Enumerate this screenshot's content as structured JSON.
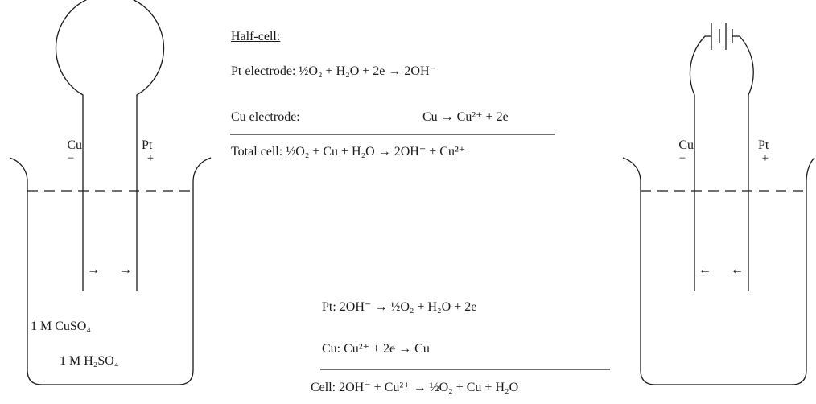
{
  "left_cell": {
    "cu_label": "Cu",
    "cu_sign": "−",
    "pt_label": "Pt",
    "pt_sign": "+",
    "arrows": "→ →",
    "solution_1": "1 M CuSO₄",
    "solution_2": "1 M H₂SO₄"
  },
  "right_cell": {
    "cu_label": "Cu",
    "cu_sign": "−",
    "pt_label": "Pt",
    "pt_sign": "+",
    "arrows": "← ←"
  },
  "top_reactions": {
    "heading": "Half-cell:",
    "pt_electrode": "Pt electrode:  ½O₂ + H₂O + 2e → 2OH⁻",
    "cu_electrode_label": "Cu electrode:",
    "cu_electrode_eq": "Cu → Cu²⁺ + 2e",
    "total_cell": "Total cell:  ½O₂ + Cu + H₂O → 2OH⁻ + Cu²⁺"
  },
  "bottom_reactions": {
    "pt": "Pt:  2OH⁻ → ½O₂ + H₂O + 2e",
    "cu": "Cu:  Cu²⁺ + 2e → Cu",
    "cell": "Cell:  2OH⁻ + Cu²⁺ → ½O₂ + Cu + H₂O"
  }
}
